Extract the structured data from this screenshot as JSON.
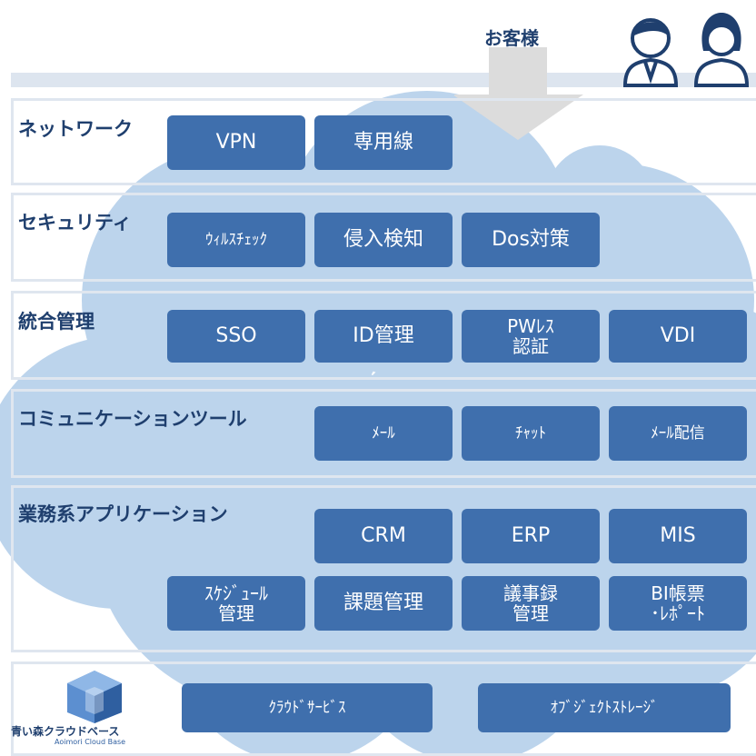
{
  "customer": {
    "label": "お客様",
    "icons": [
      "male-user-icon",
      "female-user-icon"
    ]
  },
  "rows": [
    {
      "label": "ネットワーク",
      "items": [
        "VPN",
        "専用線"
      ]
    },
    {
      "label": "セキュリティ",
      "items": [
        "ｳｨﾙｽﾁｪｯｸ",
        "侵入検知",
        "Dos対策"
      ]
    },
    {
      "label": "統合管理",
      "items": [
        "SSO",
        "ID管理",
        "PWﾚｽ\n認証",
        "VDI"
      ]
    },
    {
      "label": "コミュニケーションツール",
      "items": [
        "ﾒｰﾙ",
        "ﾁｬｯﾄ",
        "ﾒｰﾙ配信"
      ]
    },
    {
      "label": "業務系アプリケーション",
      "items": [
        "CRM",
        "ERP",
        "MIS",
        "ｽｹｼﾞｭｰﾙ\n管理",
        "課題管理",
        "議事録\n管理",
        "BI帳票\n･ﾚﾎﾟｰﾄ"
      ]
    }
  ],
  "base": {
    "logo_text": "青い森クラウドベース",
    "logo_sub": "Aoimori Cloud Base",
    "items": [
      "ｸﾗｳﾄﾞｻｰﾋﾞｽ",
      "ｵﾌﾞｼﾞｪｸﾄｽﾄﾚｰｼﾞ"
    ]
  },
  "colors": {
    "button": "#3f6fad",
    "cloud": "#bcd4ec",
    "frame": "#dfe6ef",
    "text": "#1f3f6e",
    "arrow": "#dcdcdc"
  }
}
